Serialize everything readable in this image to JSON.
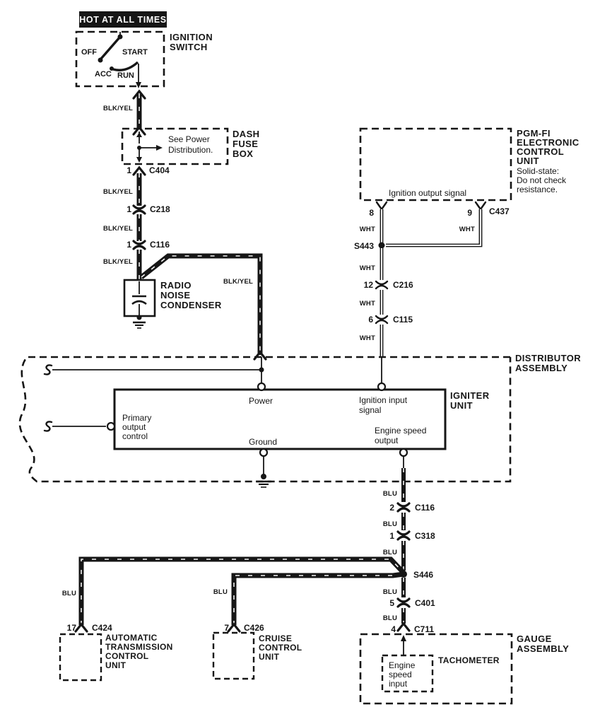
{
  "banner": {
    "label": "HOT AT ALL TIMES"
  },
  "ignition_switch": {
    "title": [
      "IGNITION",
      "SWITCH"
    ],
    "positions": {
      "off": "OFF",
      "acc": "ACC",
      "run": "RUN",
      "start": "START"
    }
  },
  "wire_colors": {
    "blk_yel": "BLK/YEL",
    "wht": "WHT",
    "blu": "BLU"
  },
  "dash_fuse_box": {
    "title": [
      "DASH",
      "FUSE",
      "BOX"
    ],
    "note": [
      "See Power",
      "Distribution."
    ]
  },
  "radio_noise_condenser": {
    "title": [
      "RADIO",
      "NOISE",
      "CONDENSER"
    ]
  },
  "pgm_fi": {
    "title": [
      "PGM-FI",
      "ELECTRONIC",
      "CONTROL",
      "UNIT"
    ],
    "note": [
      "Solid-state:",
      "Do not check",
      "resistance."
    ],
    "signal": "Ignition output signal",
    "pins": {
      "p8": "8",
      "p9": "9"
    },
    "connector": "C437"
  },
  "splices": {
    "s443": "S443",
    "s446": "S446"
  },
  "connectors": {
    "c404": {
      "pin": "1",
      "name": "C404"
    },
    "c218": {
      "pin": "1",
      "name": "C218"
    },
    "c116_upper": {
      "pin": "1",
      "name": "C116"
    },
    "c216": {
      "pin": "12",
      "name": "C216"
    },
    "c115": {
      "pin": "6",
      "name": "C115"
    },
    "c116_lower": {
      "pin": "2",
      "name": "C116"
    },
    "c318": {
      "pin": "1",
      "name": "C318"
    },
    "c401": {
      "pin": "5",
      "name": "C401"
    },
    "c711": {
      "pin": "4",
      "name": "C711"
    },
    "c424": {
      "pin": "17",
      "name": "C424"
    },
    "c426": {
      "pin": "7",
      "name": "C426"
    }
  },
  "distributor": {
    "title": [
      "DISTRIBUTOR",
      "ASSEMBLY"
    ]
  },
  "igniter": {
    "title": [
      "IGNITER",
      "UNIT"
    ],
    "power": "Power",
    "ground": "Ground",
    "primary": [
      "Primary",
      "output",
      "control"
    ],
    "ignition_input": [
      "Ignition input",
      "signal"
    ],
    "engine_speed": [
      "Engine speed",
      "output"
    ]
  },
  "atcu": {
    "title": [
      "AUTOMATIC",
      "TRANSMISSION",
      "CONTROL",
      "UNIT"
    ]
  },
  "cruise": {
    "title": [
      "CRUISE",
      "CONTROL",
      "UNIT"
    ]
  },
  "gauge": {
    "title": [
      "GAUGE",
      "ASSEMBLY"
    ],
    "tachometer": "TACHOMETER",
    "input": [
      "Engine",
      "speed",
      "input"
    ]
  },
  "colors": {
    "ink": "#161616",
    "paper": "#ffffff"
  }
}
